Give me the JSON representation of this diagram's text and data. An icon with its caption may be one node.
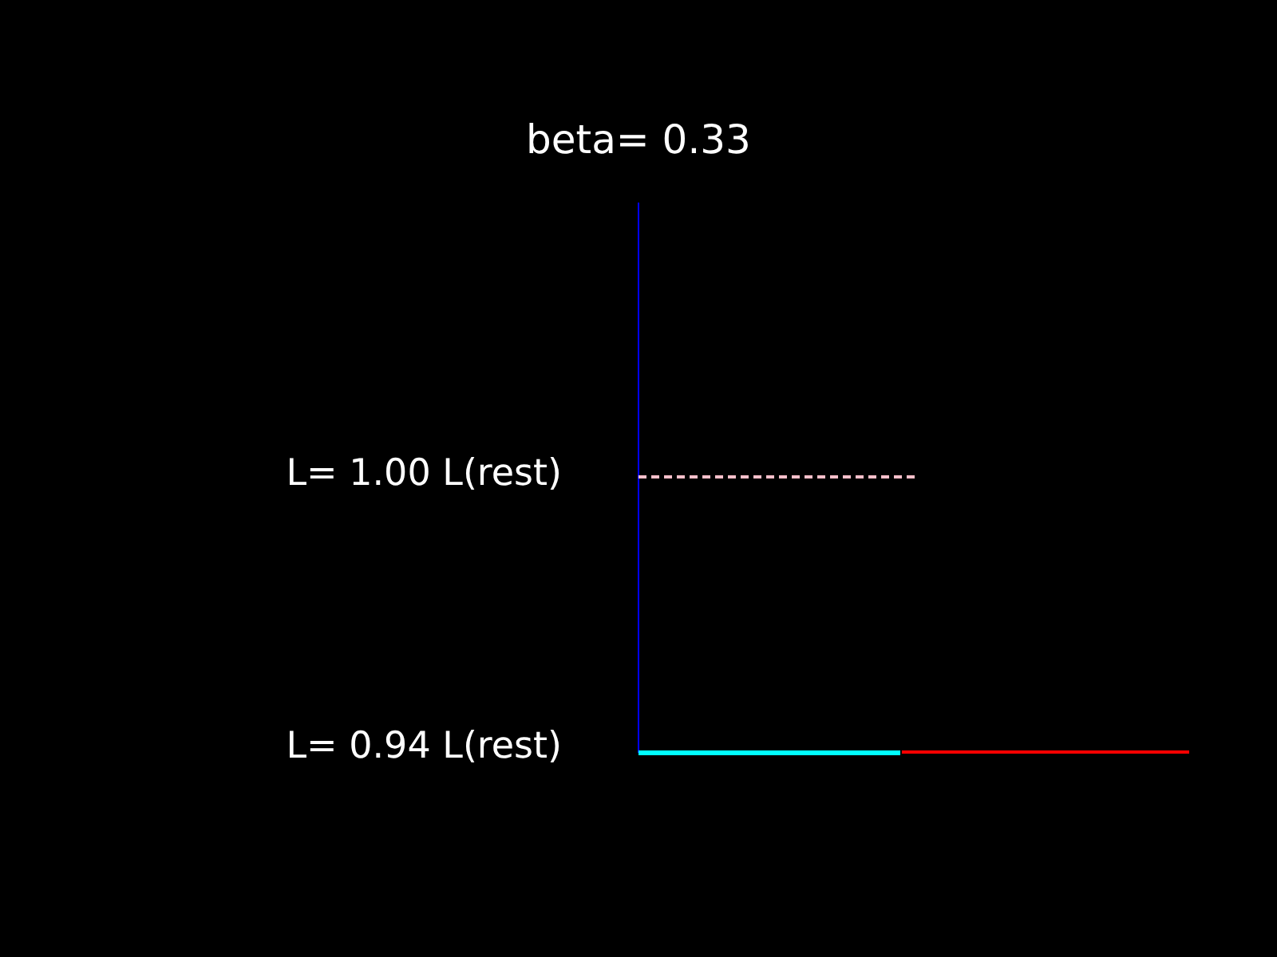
{
  "diagram": {
    "title": "beta= 0.33",
    "labels": [
      "L= 1.00 L(rest)",
      "L= 0.94 L(rest)"
    ]
  }
}
